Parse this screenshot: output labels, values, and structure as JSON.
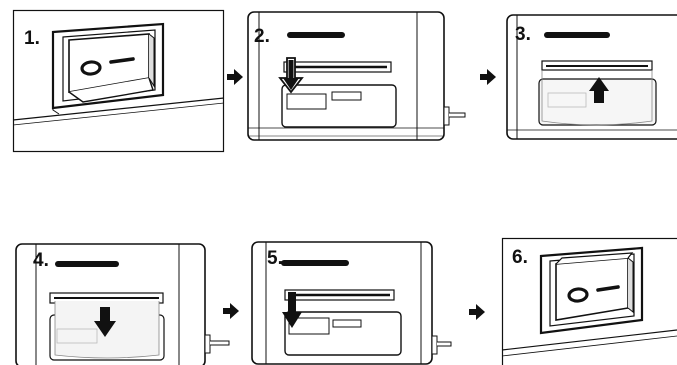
{
  "steps": [
    {
      "label": "1.",
      "content": "power-switch-off"
    },
    {
      "label": "2.",
      "content": "insert-cartridge-down"
    },
    {
      "label": "3.",
      "content": "remove-cartridge-up"
    },
    {
      "label": "4.",
      "content": "insert-cartridge-down"
    },
    {
      "label": "5.",
      "content": "cartridge-inserted"
    },
    {
      "label": "6.",
      "content": "power-switch-on"
    }
  ],
  "switch_symbols": "O –",
  "arrow_icon": "right-arrow-icon"
}
